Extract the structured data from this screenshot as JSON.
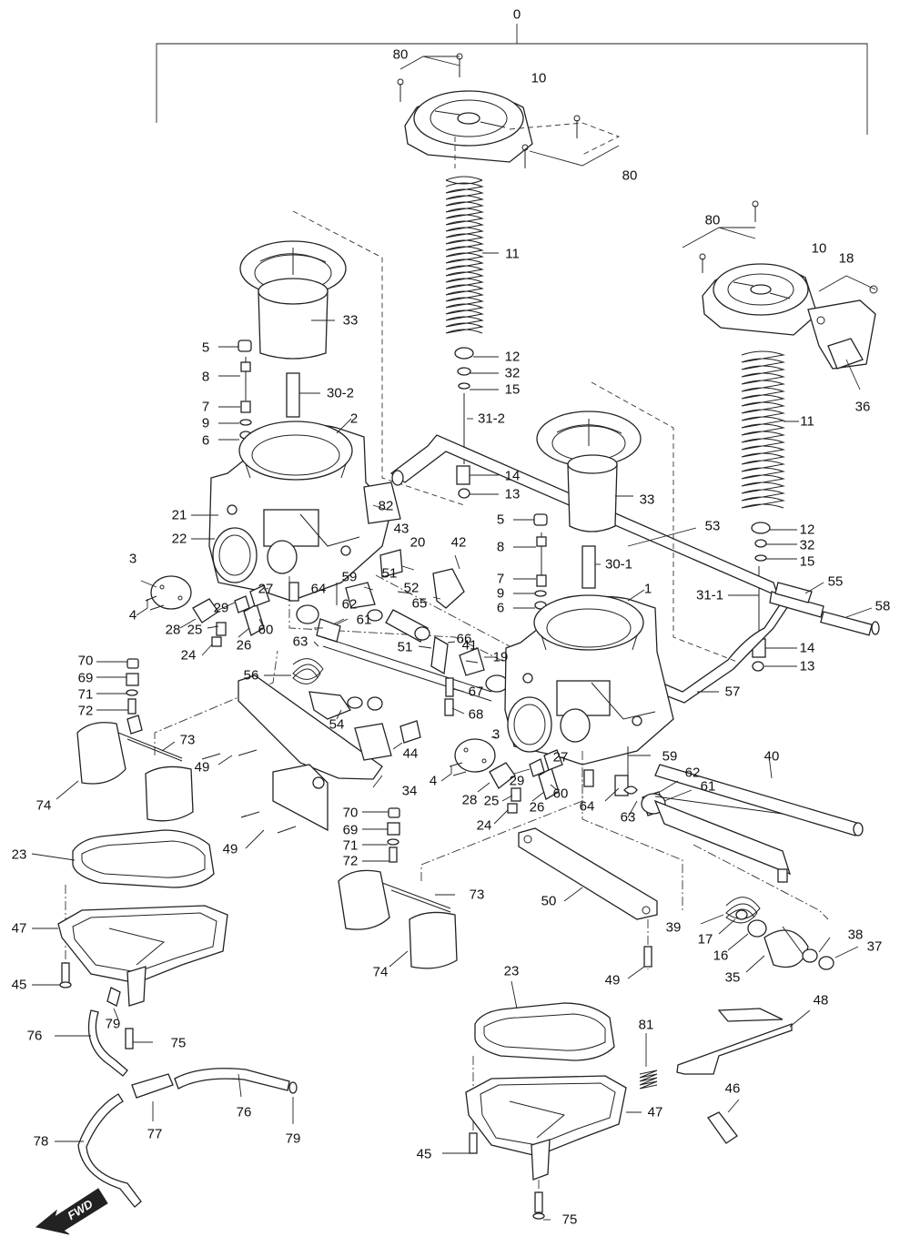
{
  "diagram": {
    "fwd_label": "FWD",
    "callouts": [
      {
        "id": "c0",
        "text": "0"
      },
      {
        "id": "c80a",
        "text": "80"
      },
      {
        "id": "c10a",
        "text": "10"
      },
      {
        "id": "c80b",
        "text": "80"
      },
      {
        "id": "c11a",
        "text": "11"
      },
      {
        "id": "c33a",
        "text": "33"
      },
      {
        "id": "c5a",
        "text": "5"
      },
      {
        "id": "c8a",
        "text": "8"
      },
      {
        "id": "c302",
        "text": "30-2"
      },
      {
        "id": "c7a",
        "text": "7"
      },
      {
        "id": "c9a",
        "text": "9"
      },
      {
        "id": "c6a",
        "text": "6"
      },
      {
        "id": "c2",
        "text": "2"
      },
      {
        "id": "c12a",
        "text": "12"
      },
      {
        "id": "c32a",
        "text": "32"
      },
      {
        "id": "c15a",
        "text": "15"
      },
      {
        "id": "c312",
        "text": "31-2"
      },
      {
        "id": "c14a",
        "text": "14"
      },
      {
        "id": "c13a",
        "text": "13"
      },
      {
        "id": "c80c",
        "text": "80"
      },
      {
        "id": "c10b",
        "text": "10"
      },
      {
        "id": "c18",
        "text": "18"
      },
      {
        "id": "c36",
        "text": "36"
      },
      {
        "id": "c11b",
        "text": "11"
      },
      {
        "id": "c21",
        "text": "21"
      },
      {
        "id": "c22",
        "text": "22"
      },
      {
        "id": "c82",
        "text": "82"
      },
      {
        "id": "c43",
        "text": "43"
      },
      {
        "id": "c20",
        "text": "20"
      },
      {
        "id": "c33b",
        "text": "33"
      },
      {
        "id": "c53",
        "text": "53"
      },
      {
        "id": "c12b",
        "text": "12"
      },
      {
        "id": "c32b",
        "text": "32"
      },
      {
        "id": "c15b",
        "text": "15"
      },
      {
        "id": "c5b",
        "text": "5"
      },
      {
        "id": "c8b",
        "text": "8"
      },
      {
        "id": "c301",
        "text": "30-1"
      },
      {
        "id": "c7b",
        "text": "7"
      },
      {
        "id": "c9b",
        "text": "9"
      },
      {
        "id": "c6b",
        "text": "6"
      },
      {
        "id": "c1",
        "text": "1"
      },
      {
        "id": "c42",
        "text": "42"
      },
      {
        "id": "c55",
        "text": "55"
      },
      {
        "id": "c58",
        "text": "58"
      },
      {
        "id": "c311",
        "text": "31-1"
      },
      {
        "id": "c3a",
        "text": "3"
      },
      {
        "id": "c4a",
        "text": "4"
      },
      {
        "id": "c28a",
        "text": "28"
      },
      {
        "id": "c29a",
        "text": "29"
      },
      {
        "id": "c25a",
        "text": "25"
      },
      {
        "id": "c27a",
        "text": "27"
      },
      {
        "id": "c26a",
        "text": "26"
      },
      {
        "id": "c60a",
        "text": "60"
      },
      {
        "id": "c24a",
        "text": "24"
      },
      {
        "id": "c51a",
        "text": "51"
      },
      {
        "id": "c59a",
        "text": "59"
      },
      {
        "id": "c52",
        "text": "52"
      },
      {
        "id": "c65",
        "text": "65"
      },
      {
        "id": "c64a",
        "text": "64"
      },
      {
        "id": "c62a",
        "text": "62"
      },
      {
        "id": "c61a",
        "text": "61"
      },
      {
        "id": "c63a",
        "text": "63"
      },
      {
        "id": "c51b",
        "text": "51"
      },
      {
        "id": "c66",
        "text": "66"
      },
      {
        "id": "c41",
        "text": "41"
      },
      {
        "id": "c19",
        "text": "19"
      },
      {
        "id": "c14b",
        "text": "14"
      },
      {
        "id": "c13b",
        "text": "13"
      },
      {
        "id": "c67",
        "text": "67"
      },
      {
        "id": "c68",
        "text": "68"
      },
      {
        "id": "c57",
        "text": "57"
      },
      {
        "id": "c70a",
        "text": "70"
      },
      {
        "id": "c69a",
        "text": "69"
      },
      {
        "id": "c71a",
        "text": "71"
      },
      {
        "id": "c72a",
        "text": "72"
      },
      {
        "id": "c56",
        "text": "56"
      },
      {
        "id": "c54",
        "text": "54"
      },
      {
        "id": "c73a",
        "text": "73"
      },
      {
        "id": "c49a",
        "text": "49"
      },
      {
        "id": "c44",
        "text": "44"
      },
      {
        "id": "c40",
        "text": "40"
      },
      {
        "id": "c3b",
        "text": "3"
      },
      {
        "id": "c27b",
        "text": "27"
      },
      {
        "id": "c59b",
        "text": "59"
      },
      {
        "id": "c4b",
        "text": "4"
      },
      {
        "id": "c29b",
        "text": "29"
      },
      {
        "id": "c28b",
        "text": "28"
      },
      {
        "id": "c25b",
        "text": "25"
      },
      {
        "id": "c26b",
        "text": "26"
      },
      {
        "id": "c60b",
        "text": "60"
      },
      {
        "id": "c24b",
        "text": "24"
      },
      {
        "id": "c64b",
        "text": "64"
      },
      {
        "id": "c63b",
        "text": "63"
      },
      {
        "id": "c62b",
        "text": "62"
      },
      {
        "id": "c61b",
        "text": "61"
      },
      {
        "id": "c74a",
        "text": "74"
      },
      {
        "id": "c34",
        "text": "34"
      },
      {
        "id": "c70b",
        "text": "70"
      },
      {
        "id": "c69b",
        "text": "69"
      },
      {
        "id": "c71b",
        "text": "71"
      },
      {
        "id": "c72b",
        "text": "72"
      },
      {
        "id": "c49b",
        "text": "49"
      },
      {
        "id": "c23a",
        "text": "23"
      },
      {
        "id": "c73b",
        "text": "73"
      },
      {
        "id": "c50",
        "text": "50"
      },
      {
        "id": "c39",
        "text": "39"
      },
      {
        "id": "c17",
        "text": "17"
      },
      {
        "id": "c16",
        "text": "16"
      },
      {
        "id": "c38",
        "text": "38"
      },
      {
        "id": "c37",
        "text": "37"
      },
      {
        "id": "c35",
        "text": "35"
      },
      {
        "id": "c47a",
        "text": "47"
      },
      {
        "id": "c74b",
        "text": "74"
      },
      {
        "id": "c49c",
        "text": "49"
      },
      {
        "id": "c45a",
        "text": "45"
      },
      {
        "id": "c79a",
        "text": "79"
      },
      {
        "id": "c75a",
        "text": "75"
      },
      {
        "id": "c76a",
        "text": "76"
      },
      {
        "id": "c23b",
        "text": "23"
      },
      {
        "id": "c81",
        "text": "81"
      },
      {
        "id": "c48",
        "text": "48"
      },
      {
        "id": "c46",
        "text": "46"
      },
      {
        "id": "c76b",
        "text": "76"
      },
      {
        "id": "c77",
        "text": "77"
      },
      {
        "id": "c79b",
        "text": "79"
      },
      {
        "id": "c78",
        "text": "78"
      },
      {
        "id": "c47b",
        "text": "47"
      },
      {
        "id": "c45b",
        "text": "45"
      },
      {
        "id": "c75b",
        "text": "75"
      }
    ]
  }
}
